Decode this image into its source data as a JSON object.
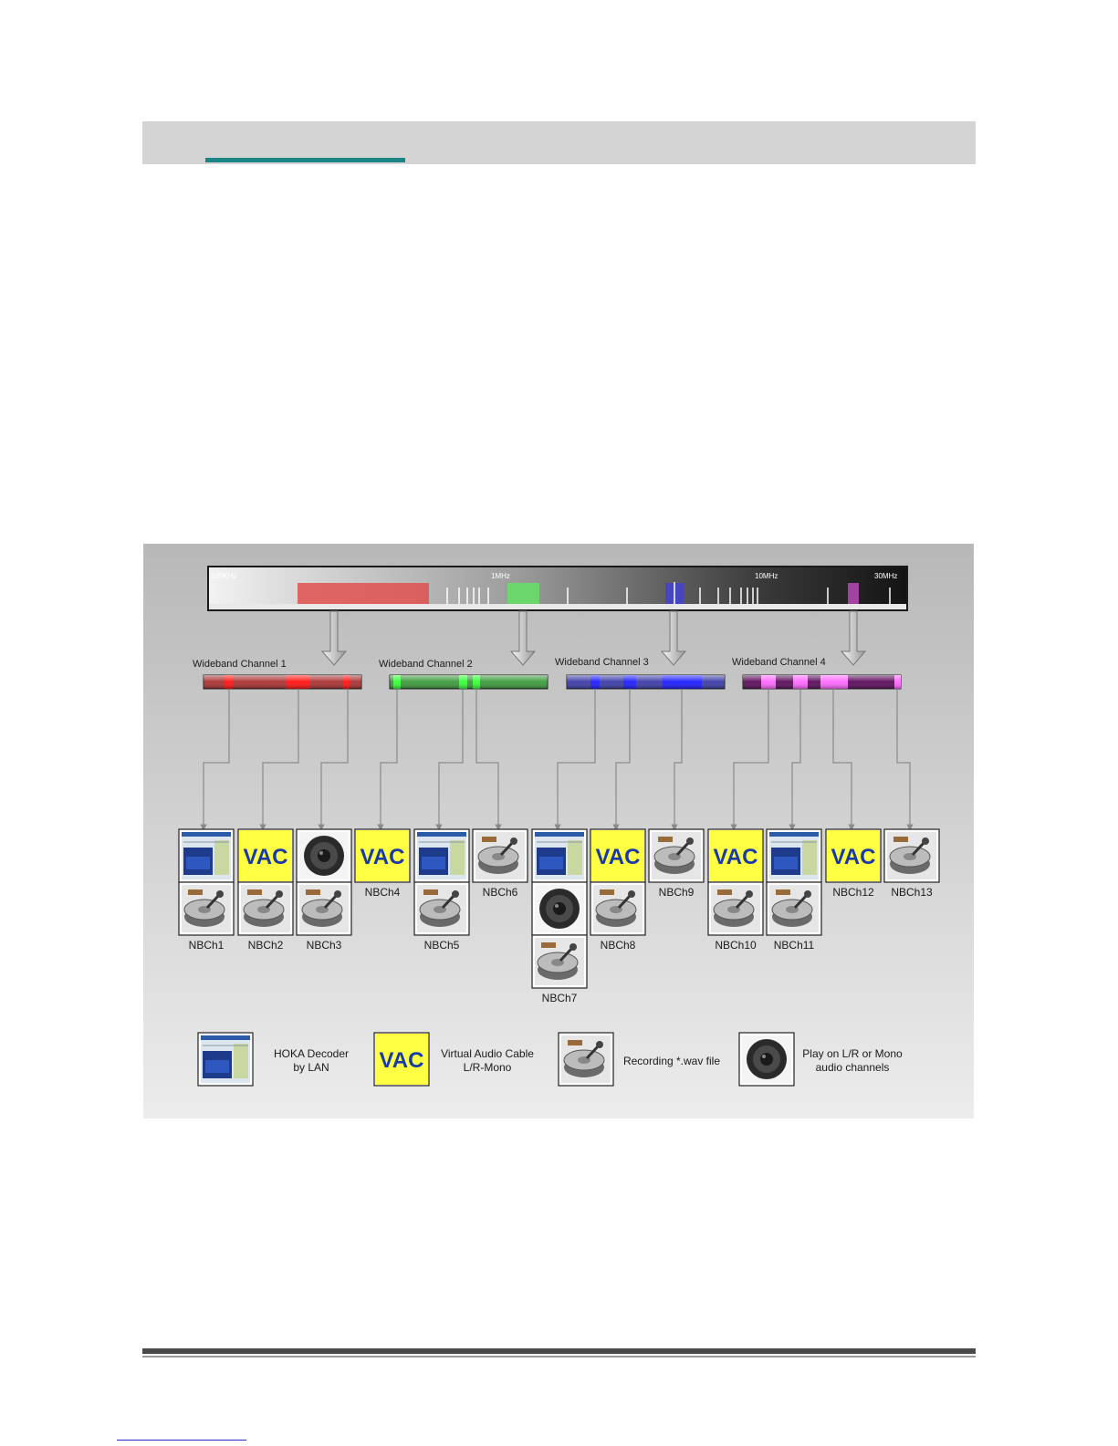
{
  "spectrum": {
    "scale_labels": [
      "100KHz",
      "1MHz",
      "10MHz",
      "30MHz"
    ]
  },
  "wideband_channels": [
    {
      "label": "Wideband Channel 1",
      "color": "#e01818"
    },
    {
      "label": "Wideband Channel 2",
      "color": "#22c822"
    },
    {
      "label": "Wideband Channel 3",
      "color": "#2222dd"
    },
    {
      "label": "Wideband Channel 4",
      "color": "#dd44dd"
    }
  ],
  "narrowband_channels": [
    {
      "label": "NBCh1",
      "icons": [
        "hoka-decoder-icon",
        "hard-drive-icon"
      ]
    },
    {
      "label": "NBCh2",
      "icons": [
        "vac-icon",
        "hard-drive-icon"
      ]
    },
    {
      "label": "NBCh3",
      "icons": [
        "speaker-icon",
        "hard-drive-icon"
      ]
    },
    {
      "label": "NBCh4",
      "icons": [
        "vac-icon"
      ]
    },
    {
      "label": "NBCh5",
      "icons": [
        "hoka-decoder-icon",
        "hard-drive-icon"
      ]
    },
    {
      "label": "NBCh6",
      "icons": [
        "hard-drive-icon"
      ]
    },
    {
      "label": "NBCh7",
      "icons": [
        "hoka-decoder-icon",
        "speaker-icon",
        "hard-drive-icon"
      ]
    },
    {
      "label": "NBCh8",
      "icons": [
        "vac-icon",
        "hard-drive-icon"
      ]
    },
    {
      "label": "NBCh9",
      "icons": [
        "hard-drive-icon"
      ]
    },
    {
      "label": "NBCh10",
      "icons": [
        "vac-icon",
        "hard-drive-icon"
      ]
    },
    {
      "label": "NBCh11",
      "icons": [
        "hoka-decoder-icon",
        "hard-drive-icon"
      ]
    },
    {
      "label": "NBCh12",
      "icons": [
        "vac-icon"
      ]
    },
    {
      "label": "NBCh13",
      "icons": [
        "hard-drive-icon"
      ]
    }
  ],
  "vac_text": "VAC",
  "legend": [
    {
      "icon": "hoka-decoder-icon",
      "lines": [
        "HOKA Decoder",
        "by LAN"
      ]
    },
    {
      "icon": "vac-icon",
      "lines": [
        "Virtual Audio Cable",
        "L/R-Mono"
      ]
    },
    {
      "icon": "hard-drive-icon",
      "lines": [
        "Recording *.wav file"
      ]
    },
    {
      "icon": "speaker-icon",
      "lines": [
        "Play on L/R or Mono",
        "audio channels"
      ]
    }
  ]
}
